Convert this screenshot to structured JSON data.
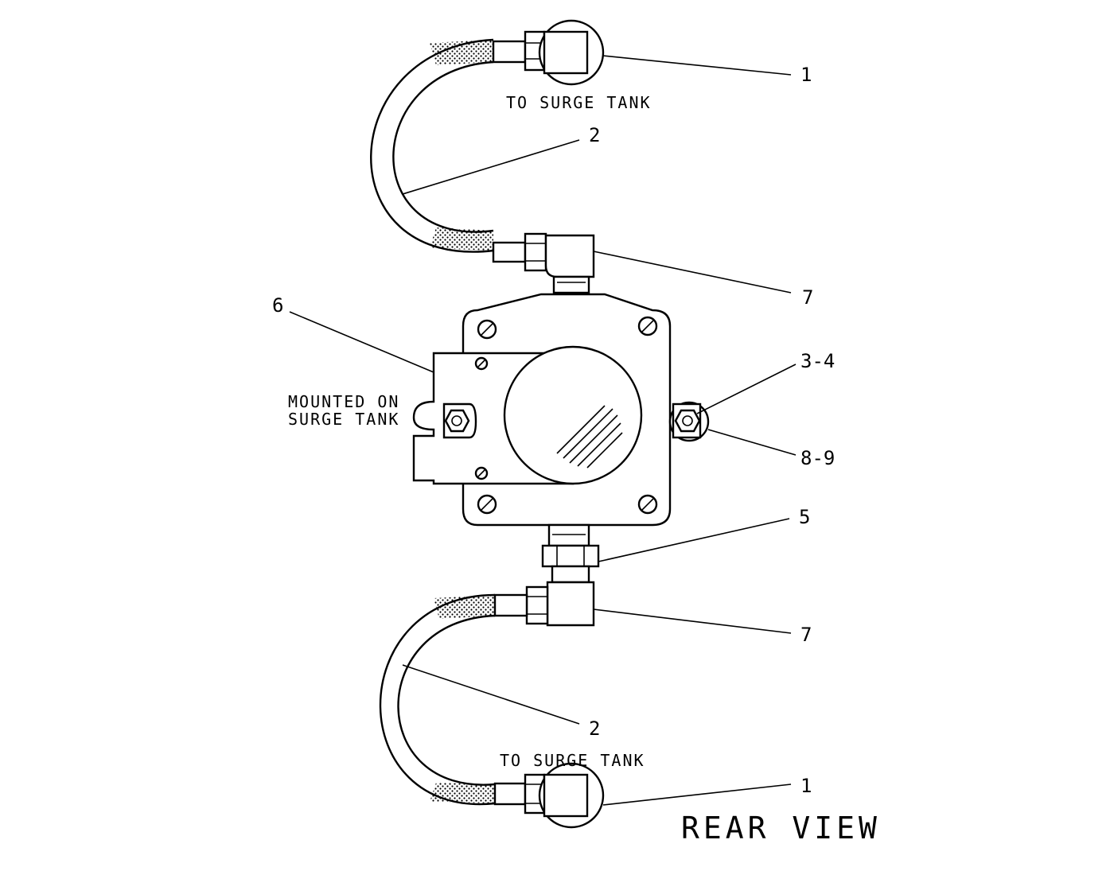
{
  "title": "REAR VIEW",
  "notes": {
    "top_destination": "TO SURGE TANK",
    "bottom_destination": "TO SURGE TANK",
    "mount_line1": "MOUNTED ON",
    "mount_line2": "SURGE TANK"
  },
  "callouts": {
    "top_fitting": "1",
    "top_hose": "2",
    "top_elbow": "7",
    "bracket": "6",
    "right_bolt": "3-4",
    "right_washer": "8-9",
    "bottom_connector": "5",
    "bottom_elbow": "7",
    "bottom_hose": "2",
    "bottom_fitting": "1"
  },
  "colors": {
    "ink": "#000000",
    "paper": "#ffffff"
  }
}
